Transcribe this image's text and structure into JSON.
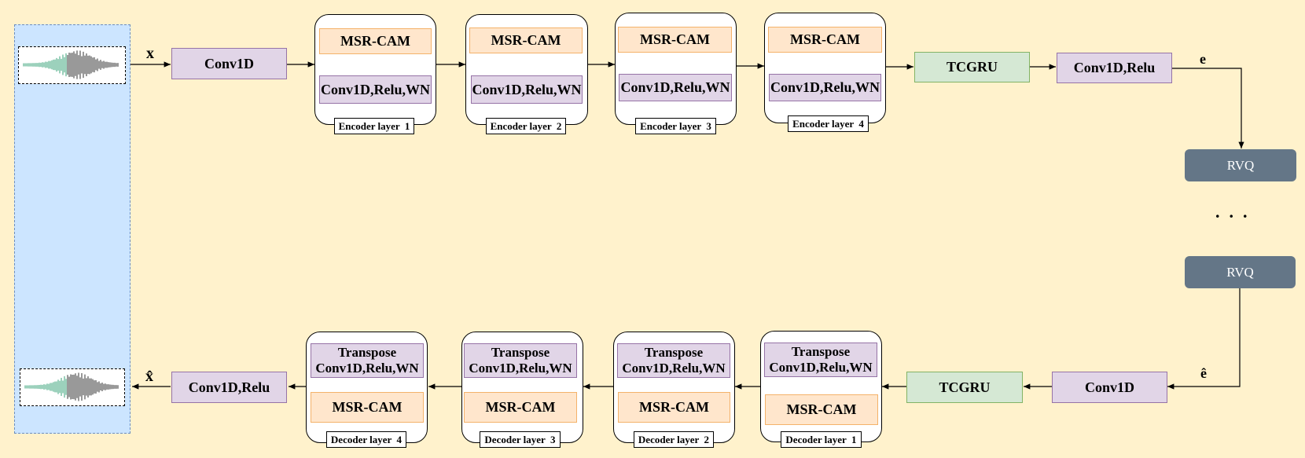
{
  "input_symbol": "x",
  "output_symbol": "x̂",
  "latent_symbol": "e",
  "latent_hat_symbol": "ê",
  "encoder": {
    "input_conv": "Conv1D",
    "layers": [
      {
        "top": "MSR-CAM",
        "bottom": "Conv1D,Relu,WN",
        "label": "Encoder layer  1"
      },
      {
        "top": "MSR-CAM",
        "bottom": "Conv1D,Relu,WN",
        "label": "Encoder layer  2"
      },
      {
        "top": "MSR-CAM",
        "bottom": "Conv1D,Relu,WN",
        "label": "Encoder layer  3"
      },
      {
        "top": "MSR-CAM",
        "bottom": "Conv1D,Relu,WN",
        "label": "Encoder layer  4"
      }
    ],
    "tcgru": "TCGRU",
    "output_conv": "Conv1D,Relu"
  },
  "quantizer": {
    "top": "RVQ",
    "ellipsis": "...",
    "bottom": "RVQ"
  },
  "decoder": {
    "input_conv": "Conv1D",
    "tcgru": "TCGRU",
    "layers": [
      {
        "top": "Transpose Conv1D,Relu,WN",
        "bottom": "MSR-CAM",
        "label": "Decoder layer  1"
      },
      {
        "top": "Transpose Conv1D,Relu,WN",
        "bottom": "MSR-CAM",
        "label": "Decoder layer  2"
      },
      {
        "top": "Transpose Conv1D,Relu,WN",
        "bottom": "MSR-CAM",
        "label": "Decoder layer  3"
      },
      {
        "top": "Transpose Conv1D,Relu,WN",
        "bottom": "MSR-CAM",
        "label": "Decoder layer  4"
      }
    ],
    "output_conv": "Conv1D,Relu"
  },
  "colors": {
    "background": "#fff2cc",
    "panel": "#cce5ff",
    "conv_fill": "#e1d5e7",
    "msr_fill": "#ffe6cc",
    "tcgru_fill": "#d5e8d4",
    "rvq_fill": "#647687",
    "wave_green": "#3aa37a"
  }
}
